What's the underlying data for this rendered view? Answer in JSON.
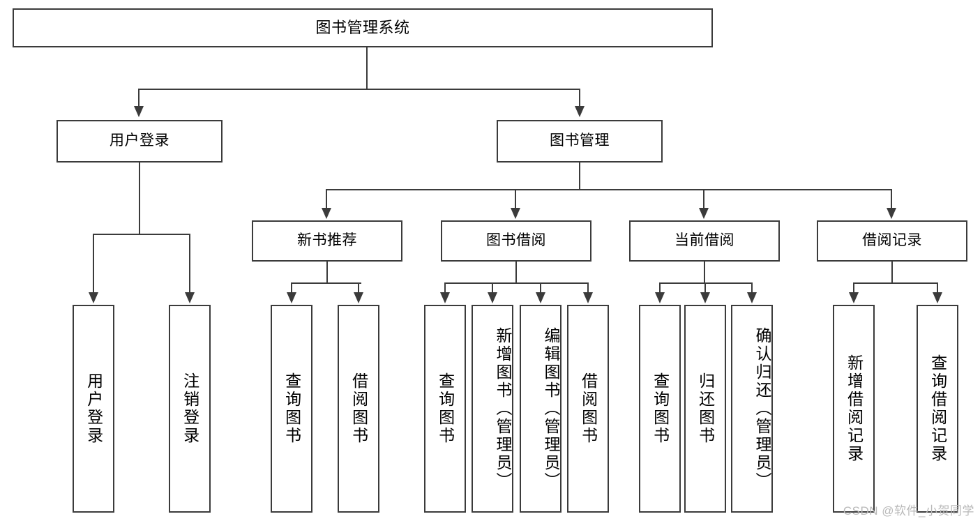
{
  "diagram": {
    "title": "图书管理系统",
    "watermark": "CSDN @软件_小贺同学",
    "line_color": "#3b3b3b",
    "background_color": "#ffffff",
    "text_color": "#000000",
    "levels": {
      "root": {
        "label": "图书管理系统"
      },
      "level1": [
        {
          "label": "用户登录"
        },
        {
          "label": "图书管理"
        }
      ],
      "level2": [
        {
          "label": "新书推荐"
        },
        {
          "label": "图书借阅"
        },
        {
          "label": "当前借阅"
        },
        {
          "label": "借阅记录"
        }
      ],
      "leaves": {
        "user_login": [
          {
            "label": "用户登录"
          },
          {
            "label": "注销登录"
          }
        ],
        "new_book_rec": [
          {
            "label": "查询图书"
          },
          {
            "label": "借阅图书"
          }
        ],
        "book_borrow": [
          {
            "label": "查询图书"
          },
          {
            "label": "新增图书（管理员）"
          },
          {
            "label": "编辑图书（管理员）"
          },
          {
            "label": "借阅图书"
          }
        ],
        "current_borrow": [
          {
            "label": "查询图书"
          },
          {
            "label": "归还图书"
          },
          {
            "label": "确认归还（管理员）"
          }
        ],
        "borrow_record": [
          {
            "label": "新增借阅记录"
          },
          {
            "label": "查询借阅记录"
          }
        ]
      }
    }
  }
}
